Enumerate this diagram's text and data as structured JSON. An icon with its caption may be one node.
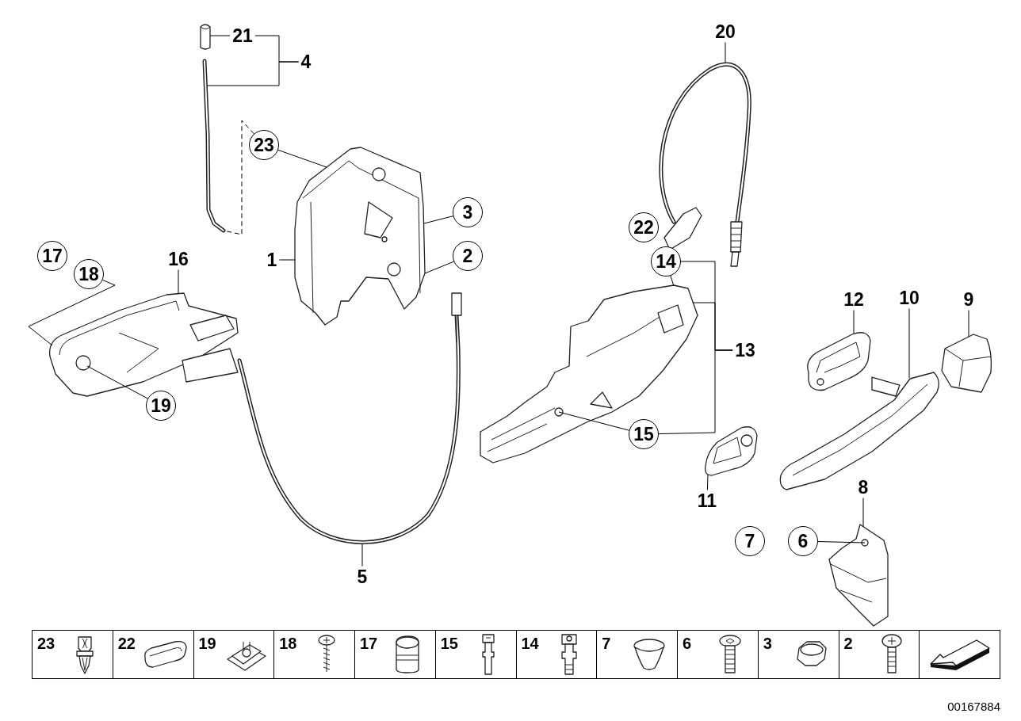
{
  "diagram": {
    "nodes": [
      {
        "text": [
          "21"
        ]
      },
      {
        "text": [
          "4"
        ]
      },
      {
        "text": [
          "23"
        ]
      },
      {
        "text": [
          "3"
        ]
      },
      {
        "text": [
          "1"
        ]
      },
      {
        "text": [
          "2"
        ]
      },
      {
        "text": [
          "17"
        ]
      },
      {
        "text": [
          "18"
        ]
      },
      {
        "text": [
          "16"
        ]
      },
      {
        "text": [
          "19"
        ]
      },
      {
        "text": [
          "5"
        ]
      },
      {
        "text": [
          "20"
        ]
      },
      {
        "text": [
          "22"
        ]
      },
      {
        "text": [
          "14"
        ]
      },
      {
        "text": [
          "13"
        ]
      },
      {
        "text": [
          "15"
        ]
      },
      {
        "text": [
          "12"
        ]
      },
      {
        "text": [
          "10"
        ]
      },
      {
        "text": [
          "9"
        ]
      },
      {
        "text": [
          "11"
        ]
      },
      {
        "text": [
          "7"
        ]
      },
      {
        "text": [
          "8"
        ]
      },
      {
        "text": [
          "6"
        ]
      },
      {
        "text": [],
        "shape": "picture"
      },
      {
        "text": [],
        "shape": "picture"
      },
      {
        "text": [],
        "shape": "picture"
      },
      {
        "text": [],
        "shape": "picture"
      },
      {
        "text": [],
        "shape": "picture"
      },
      {
        "text": [],
        "shape": "picture"
      },
      {
        "text": [],
        "shape": "picture"
      },
      {
        "text": [],
        "shape": "picture"
      },
      {
        "text": [],
        "shape": "picture"
      },
      {
        "text": [],
        "shape": "picture"
      },
      {
        "text": [],
        "shape": "picture"
      },
      {
        "text": [],
        "shape": "picture"
      }
    ],
    "edges": [
      {
        "from": 0,
        "to": 23,
        "arrow": "none"
      },
      {
        "from": 1,
        "to": 0,
        "arrow": "none"
      },
      {
        "from": 1,
        "to": 24,
        "arrow": "none"
      },
      {
        "from": 2,
        "to": 25,
        "arrow": "none"
      },
      {
        "from": 2,
        "to": 24,
        "arrow": "none",
        "style": "dashed"
      },
      {
        "from": 3,
        "to": 25,
        "arrow": "none"
      },
      {
        "from": 4,
        "to": 25,
        "arrow": "none"
      },
      {
        "from": 5,
        "to": 25,
        "arrow": "none"
      },
      {
        "from": 7,
        "to": 26,
        "arrow": "none"
      },
      {
        "from": 8,
        "to": 26,
        "arrow": "none"
      },
      {
        "from": 9,
        "to": 26,
        "arrow": "none"
      },
      {
        "from": 10,
        "to": 27,
        "arrow": "none"
      },
      {
        "from": 11,
        "to": 28,
        "arrow": "none"
      },
      {
        "from": 13,
        "to": 29,
        "arrow": "none"
      },
      {
        "from": 14,
        "to": 13,
        "arrow": "none"
      },
      {
        "from": 14,
        "to": 15,
        "arrow": "none"
      },
      {
        "from": 14,
        "to": 29,
        "arrow": "none"
      },
      {
        "from": 15,
        "to": 29,
        "arrow": "none"
      },
      {
        "from": 16,
        "to": 30,
        "arrow": "none"
      },
      {
        "from": 17,
        "to": 31,
        "arrow": "none"
      },
      {
        "from": 18,
        "to": 32,
        "arrow": "none"
      },
      {
        "from": 19,
        "to": 33,
        "arrow": "none"
      },
      {
        "from": 21,
        "to": 34,
        "arrow": "none"
      },
      {
        "from": 22,
        "to": 34,
        "arrow": "none"
      }
    ],
    "labels": [
      "23",
      "22",
      "19",
      "18",
      "17",
      "15",
      "14",
      "7",
      "6",
      "3",
      "2",
      "00167884"
    ]
  }
}
